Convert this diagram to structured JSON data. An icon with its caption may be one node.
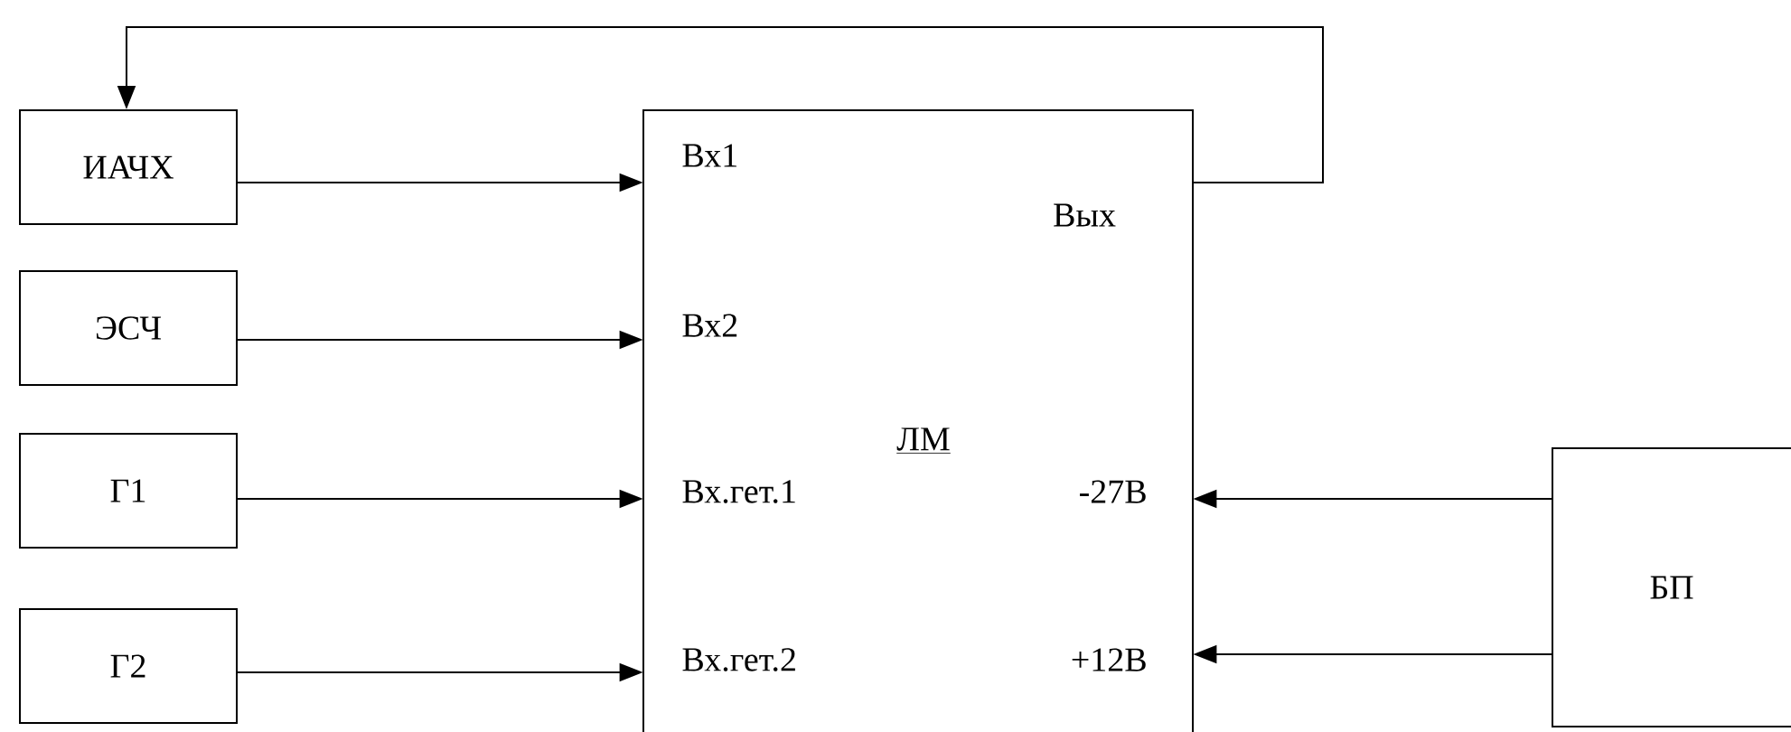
{
  "diagram": {
    "nodes": [
      {
        "text": [
          "ИАЧХ"
        ]
      },
      {
        "text": [
          "ЭСЧ"
        ]
      },
      {
        "text": [
          "Г1"
        ]
      },
      {
        "text": [
          "Г2"
        ]
      },
      {
        "text": [
          "Вх1",
          "Вых",
          "Вх2",
          "ЛМ",
          "Вх.гет.1",
          "-27В",
          "Вх.гет.2",
          "+12В"
        ]
      },
      {
        "text": [
          "БП"
        ]
      }
    ],
    "edges": [
      {
        "from": 0,
        "to": 4,
        "arrow": "to"
      },
      {
        "from": 1,
        "to": 4,
        "arrow": "to"
      },
      {
        "from": 2,
        "to": 4,
        "arrow": "to"
      },
      {
        "from": 3,
        "to": 4,
        "arrow": "to"
      },
      {
        "from": 4,
        "to": 0,
        "arrow": "to"
      },
      {
        "from": 5,
        "to": 4,
        "arrow": "to"
      },
      {
        "from": 5,
        "to": 4,
        "arrow": "to"
      }
    ]
  }
}
